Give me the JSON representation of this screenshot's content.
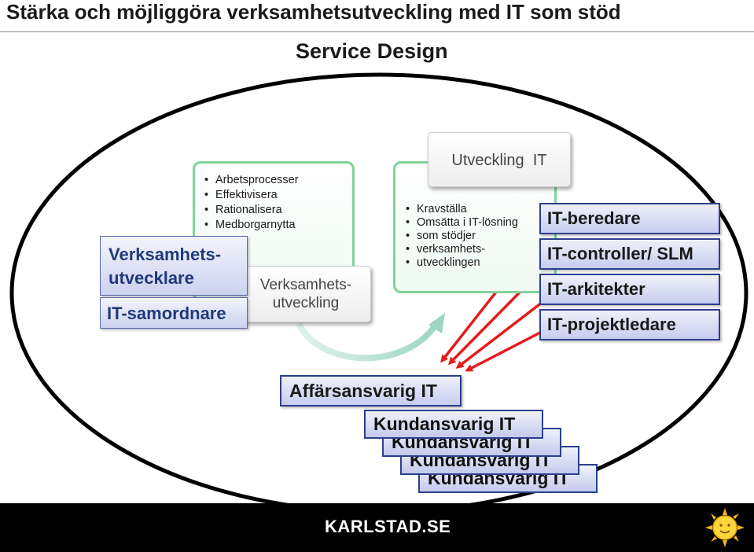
{
  "header": {
    "title": "Stärka och möjliggöra verksamhetsutveckling med IT som stöd",
    "subtitle": "Service Design"
  },
  "left_box": {
    "bullets": [
      "Arbetsprocesser",
      "Effektivisera",
      "Rationalisera",
      "Medborgarnytta"
    ],
    "label_line1": "Verksamhets-",
    "label_line2": "utveckling"
  },
  "right_box": {
    "label": "Utveckling  IT",
    "bullets": [
      "Kravställa",
      "Omsätta i IT-lösning",
      "som stödjer",
      "verksamhets-",
      "utvecklingen"
    ]
  },
  "left_roles": {
    "verksamhetsutvecklare_line1": "Verksamhets-",
    "verksamhetsutvecklare_line2": "utvecklare",
    "it_samordnare": "IT-samordnare"
  },
  "right_roles": [
    "IT-beredare",
    "IT-controller/ SLM",
    "IT-arkitekter",
    "IT-projektledare"
  ],
  "bottom": {
    "affarsansvarig": "Affärsansvarig IT",
    "kundansvarig": [
      "Kundansvarig IT",
      "Kundansvarig IT",
      "Kundansvarig IT",
      "Kundansvarig IT"
    ]
  },
  "footer": {
    "logo": "KARLSTAD.SE"
  },
  "colors": {
    "ellipse": "#000000",
    "green_border": "#7ed39a",
    "role_border": "#2c3f8e",
    "arrow": "#e41c1c",
    "curve_arrow": "#a8dcc8"
  },
  "icons": [
    "sun-logo-icon"
  ]
}
